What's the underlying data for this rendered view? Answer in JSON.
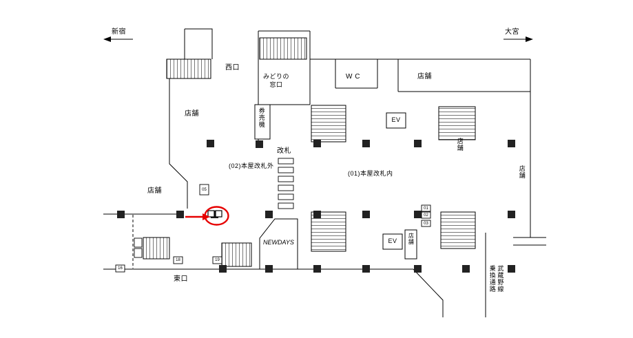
{
  "style": {
    "accent_red": "#e60000",
    "wall_color": "#000000",
    "background": "#ffffff"
  },
  "directions": {
    "left": {
      "label": "新宿",
      "icon": "arrow-left-icon"
    },
    "right": {
      "label": "大宮",
      "icon": "arrow-right-icon"
    }
  },
  "areas": {
    "west_exit": "西口",
    "east_exit": "東口",
    "midori_office": "みどりの\n窓口",
    "wc": "W C",
    "ticket_machines": "券売機",
    "ticket_gate": "改札",
    "outside_gate_zone": "(02)本屋改札外",
    "inside_gate_zone": "(01)本屋改札内",
    "elevator_upper": "EV",
    "elevator_lower": "EV",
    "newdays": "NEWDAYS",
    "musashino_transfer": "武蔵野線\n乗換通路",
    "shop_top_right": "店舗",
    "shop_left_upper": "店舗",
    "shop_left_mid": "店舗",
    "shop_right_stairs": "店舗",
    "shop_far_right": "店舗",
    "shop_near_elevator": "店舗"
  },
  "ad_positions": {
    "p05": "05",
    "p18": "18",
    "p19": "19",
    "p16": "16",
    "p01": "01",
    "p02": "02",
    "p03": "03"
  }
}
